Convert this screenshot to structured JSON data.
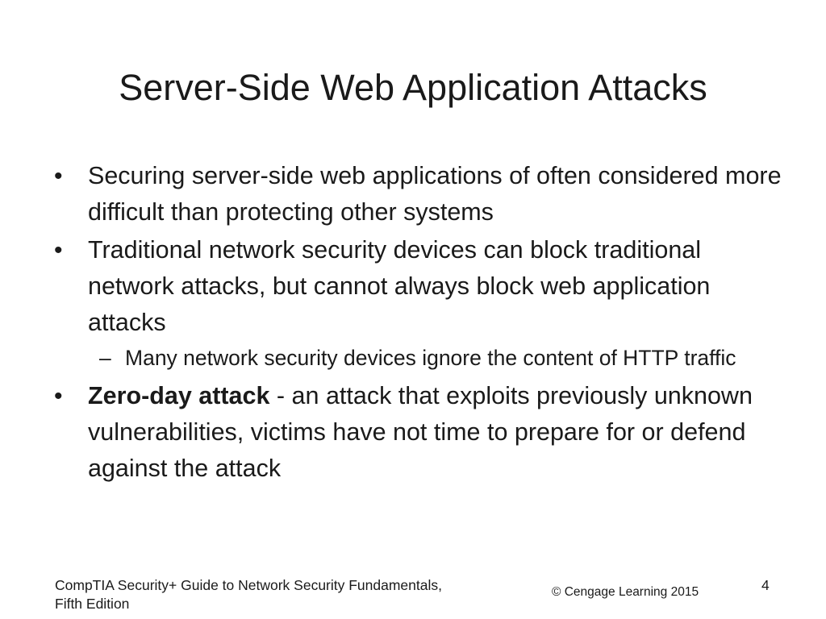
{
  "slide": {
    "title": "Server-Side Web Application Attacks",
    "bullets": [
      {
        "marker": "•",
        "text": "Securing server-side web applications of often considered more difficult than protecting other systems"
      },
      {
        "marker": "•",
        "text": "Traditional network security devices can block traditional network attacks, but cannot always block web application attacks",
        "sub": {
          "marker": "–",
          "text": "Many network security devices ignore the content of HTTP traffic"
        }
      },
      {
        "marker": "•",
        "term": "Zero-day attack",
        "text": " - an attack that exploits previously unknown vulnerabilities, victims have not time to prepare for or defend against the attack"
      }
    ]
  },
  "footer": {
    "book_line1": "CompTIA Security+ Guide to Network Security Fundamentals,",
    "book_line2": "Fifth Edition",
    "copyright": "© Cengage Learning  2015",
    "page_number": "4"
  }
}
